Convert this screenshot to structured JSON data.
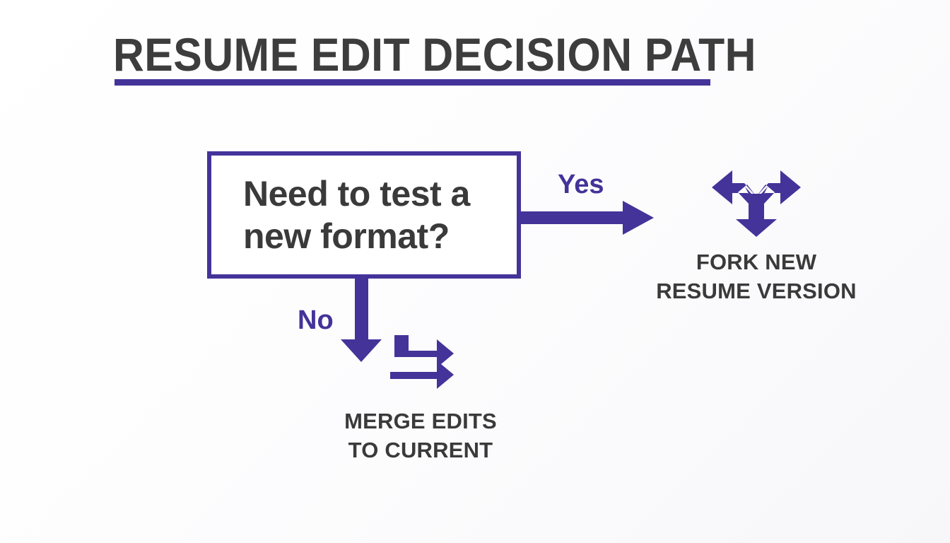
{
  "title": {
    "text": "RESUME EDIT DECISION PATH",
    "color": "#3d3d3d",
    "rule_color": "#443399"
  },
  "colors": {
    "accent": "#443399",
    "text_dark": "#3a3a3a",
    "background": "#fbfbfd",
    "box_fill": "#ffffff"
  },
  "decision": {
    "question": "Need to test a\nnew format?",
    "border_color": "#443399"
  },
  "branches": {
    "yes": {
      "label": "Yes",
      "arrow_icon": "arrow-right-icon",
      "outcome_icon": "fork-three-way-arrow-icon",
      "outcome_label": "FORK NEW\nRESUME VERSION"
    },
    "no": {
      "label": "No",
      "arrow_icon": "arrow-down-icon",
      "outcome_icon": "merge-arrows-icon",
      "outcome_label": "MERGE EDITS\nTO CURRENT"
    }
  }
}
